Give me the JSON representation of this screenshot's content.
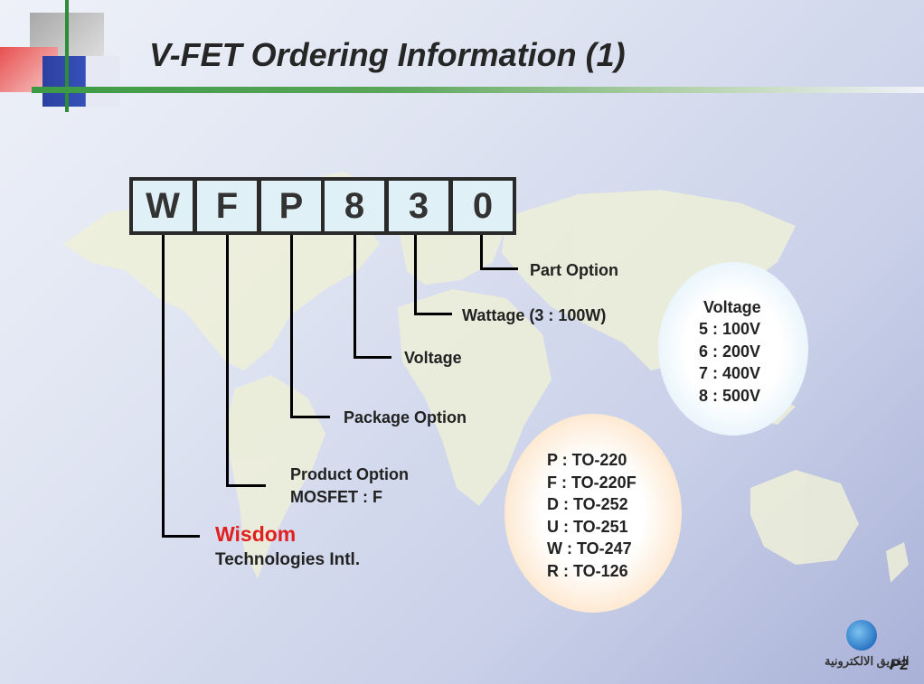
{
  "slide": {
    "title": "V-FET Ordering Information (1)",
    "code_letters": [
      "W",
      "F",
      "P",
      "8",
      "3",
      "0"
    ],
    "labels": {
      "part_option": "Part Option",
      "wattage": "Wattage (3 : 100W)",
      "voltage": "Voltage",
      "package_option": "Package Option",
      "product_option": "Product Option",
      "mosfet": "MOSFET : F"
    },
    "brand": {
      "name": "Wisdom",
      "subtitle": "Technologies Intl."
    },
    "voltage_bubble": {
      "heading": "Voltage",
      "items": [
        "5 : 100V",
        "6 : 200V",
        "7 : 400V",
        "8 : 500V"
      ]
    },
    "package_bubble": {
      "items": [
        "P : TO-220",
        "F : TO-220F",
        "D : TO-252",
        "U : TO-251",
        "W : TO-247",
        "R  : TO-126"
      ]
    },
    "watermark": {
      "text": "الفريق الالكترونية",
      "page": "P2"
    }
  }
}
